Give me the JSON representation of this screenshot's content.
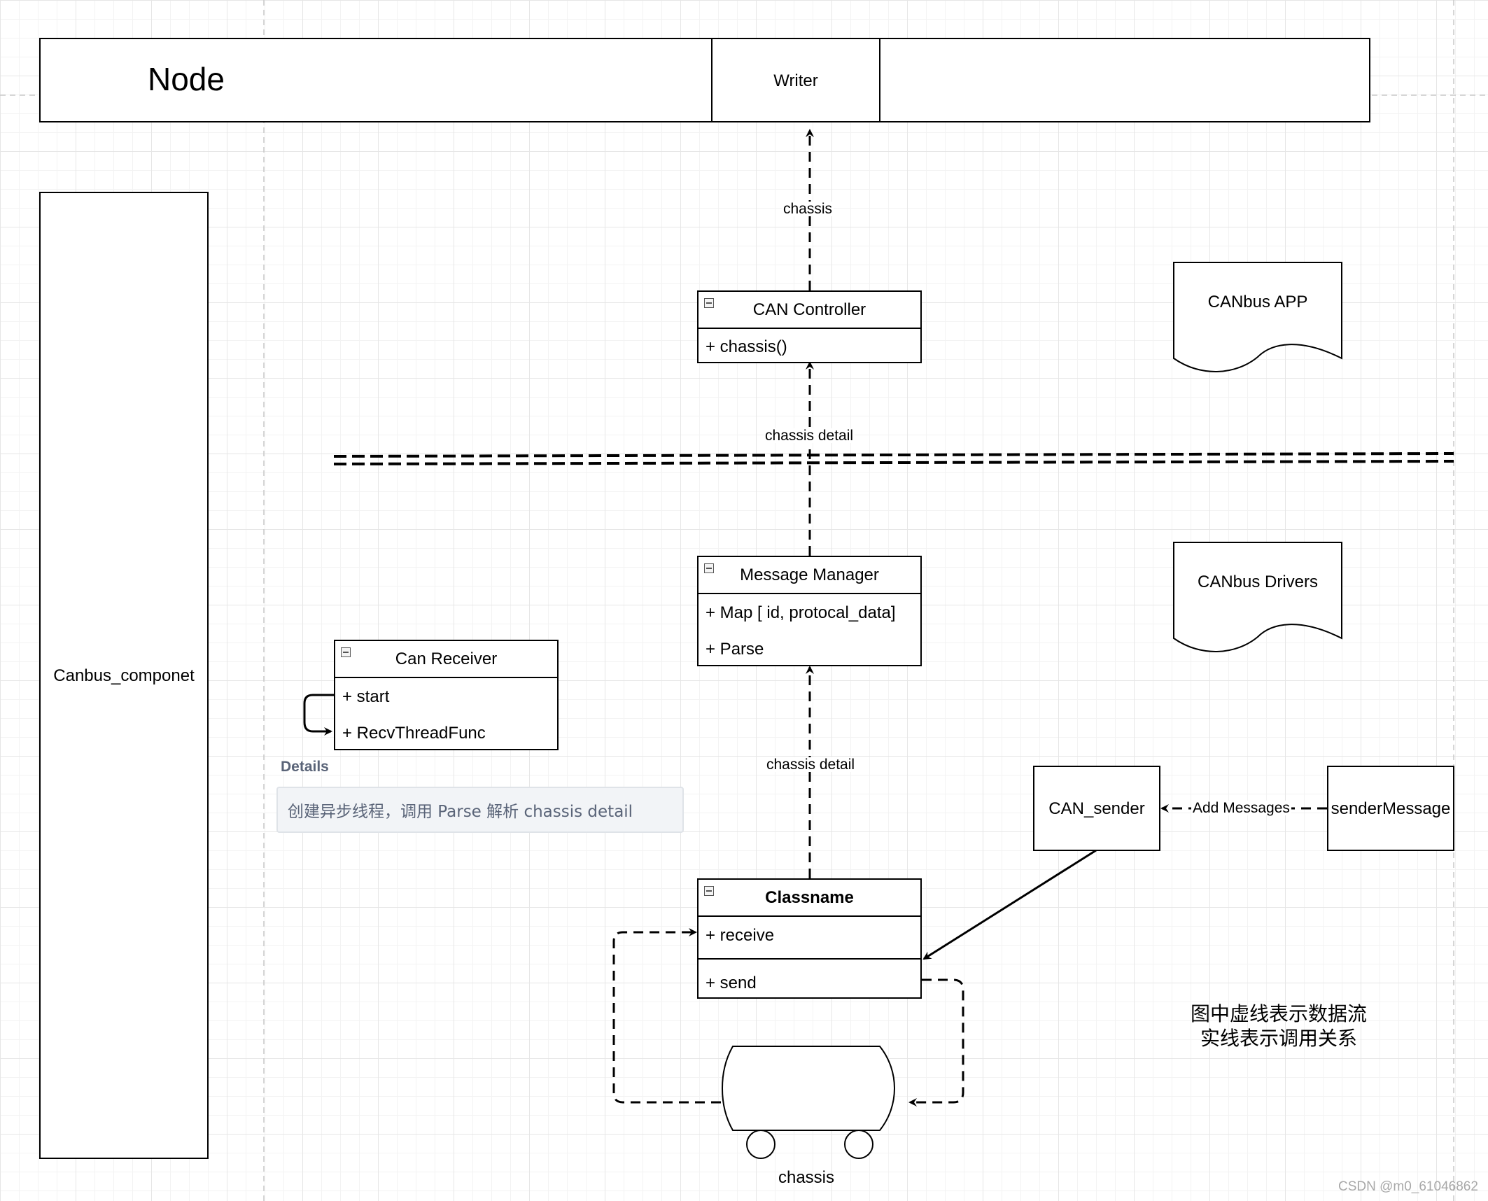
{
  "node": {
    "title": "Node",
    "writer": "Writer"
  },
  "canbus_componet": "Canbus_componet",
  "can_controller": {
    "title": "CAN Controller",
    "rows": [
      "+ chassis()"
    ]
  },
  "message_manager": {
    "title": "Message Manager",
    "rows": [
      "+ Map [ id, protocal_data]",
      "+ Parse"
    ]
  },
  "can_receiver": {
    "title": "Can Receiver",
    "rows": [
      "+ start",
      "+ RecvThreadFunc"
    ]
  },
  "classname": {
    "title": "Classname",
    "rows": [
      "+ receive",
      "+ send"
    ]
  },
  "docs": {
    "app": "CANbus APP",
    "drivers": "CANbus Drivers"
  },
  "details": {
    "label": "Details",
    "text": "创建异步线程，调用 Parse 解析 chassis detail"
  },
  "senders": {
    "can_sender": "CAN_sender",
    "sender_message": "senderMessage"
  },
  "edges": {
    "chassis": "chassis",
    "chassis_detail_upper": "chassis detail",
    "chassis_detail_lower": "chassis detail",
    "add_messages": "Add Messages"
  },
  "vehicle_label": "chassis",
  "legend": {
    "line1": "图中虚线表示数据流",
    "line2": "实线表示调用关系"
  },
  "watermark": "CSDN @m0_61046862",
  "colors": {
    "stroke": "#000000",
    "grid": "#e6e6e6",
    "details_text": "#5a6478",
    "details_bg": "#f2f4f7"
  }
}
